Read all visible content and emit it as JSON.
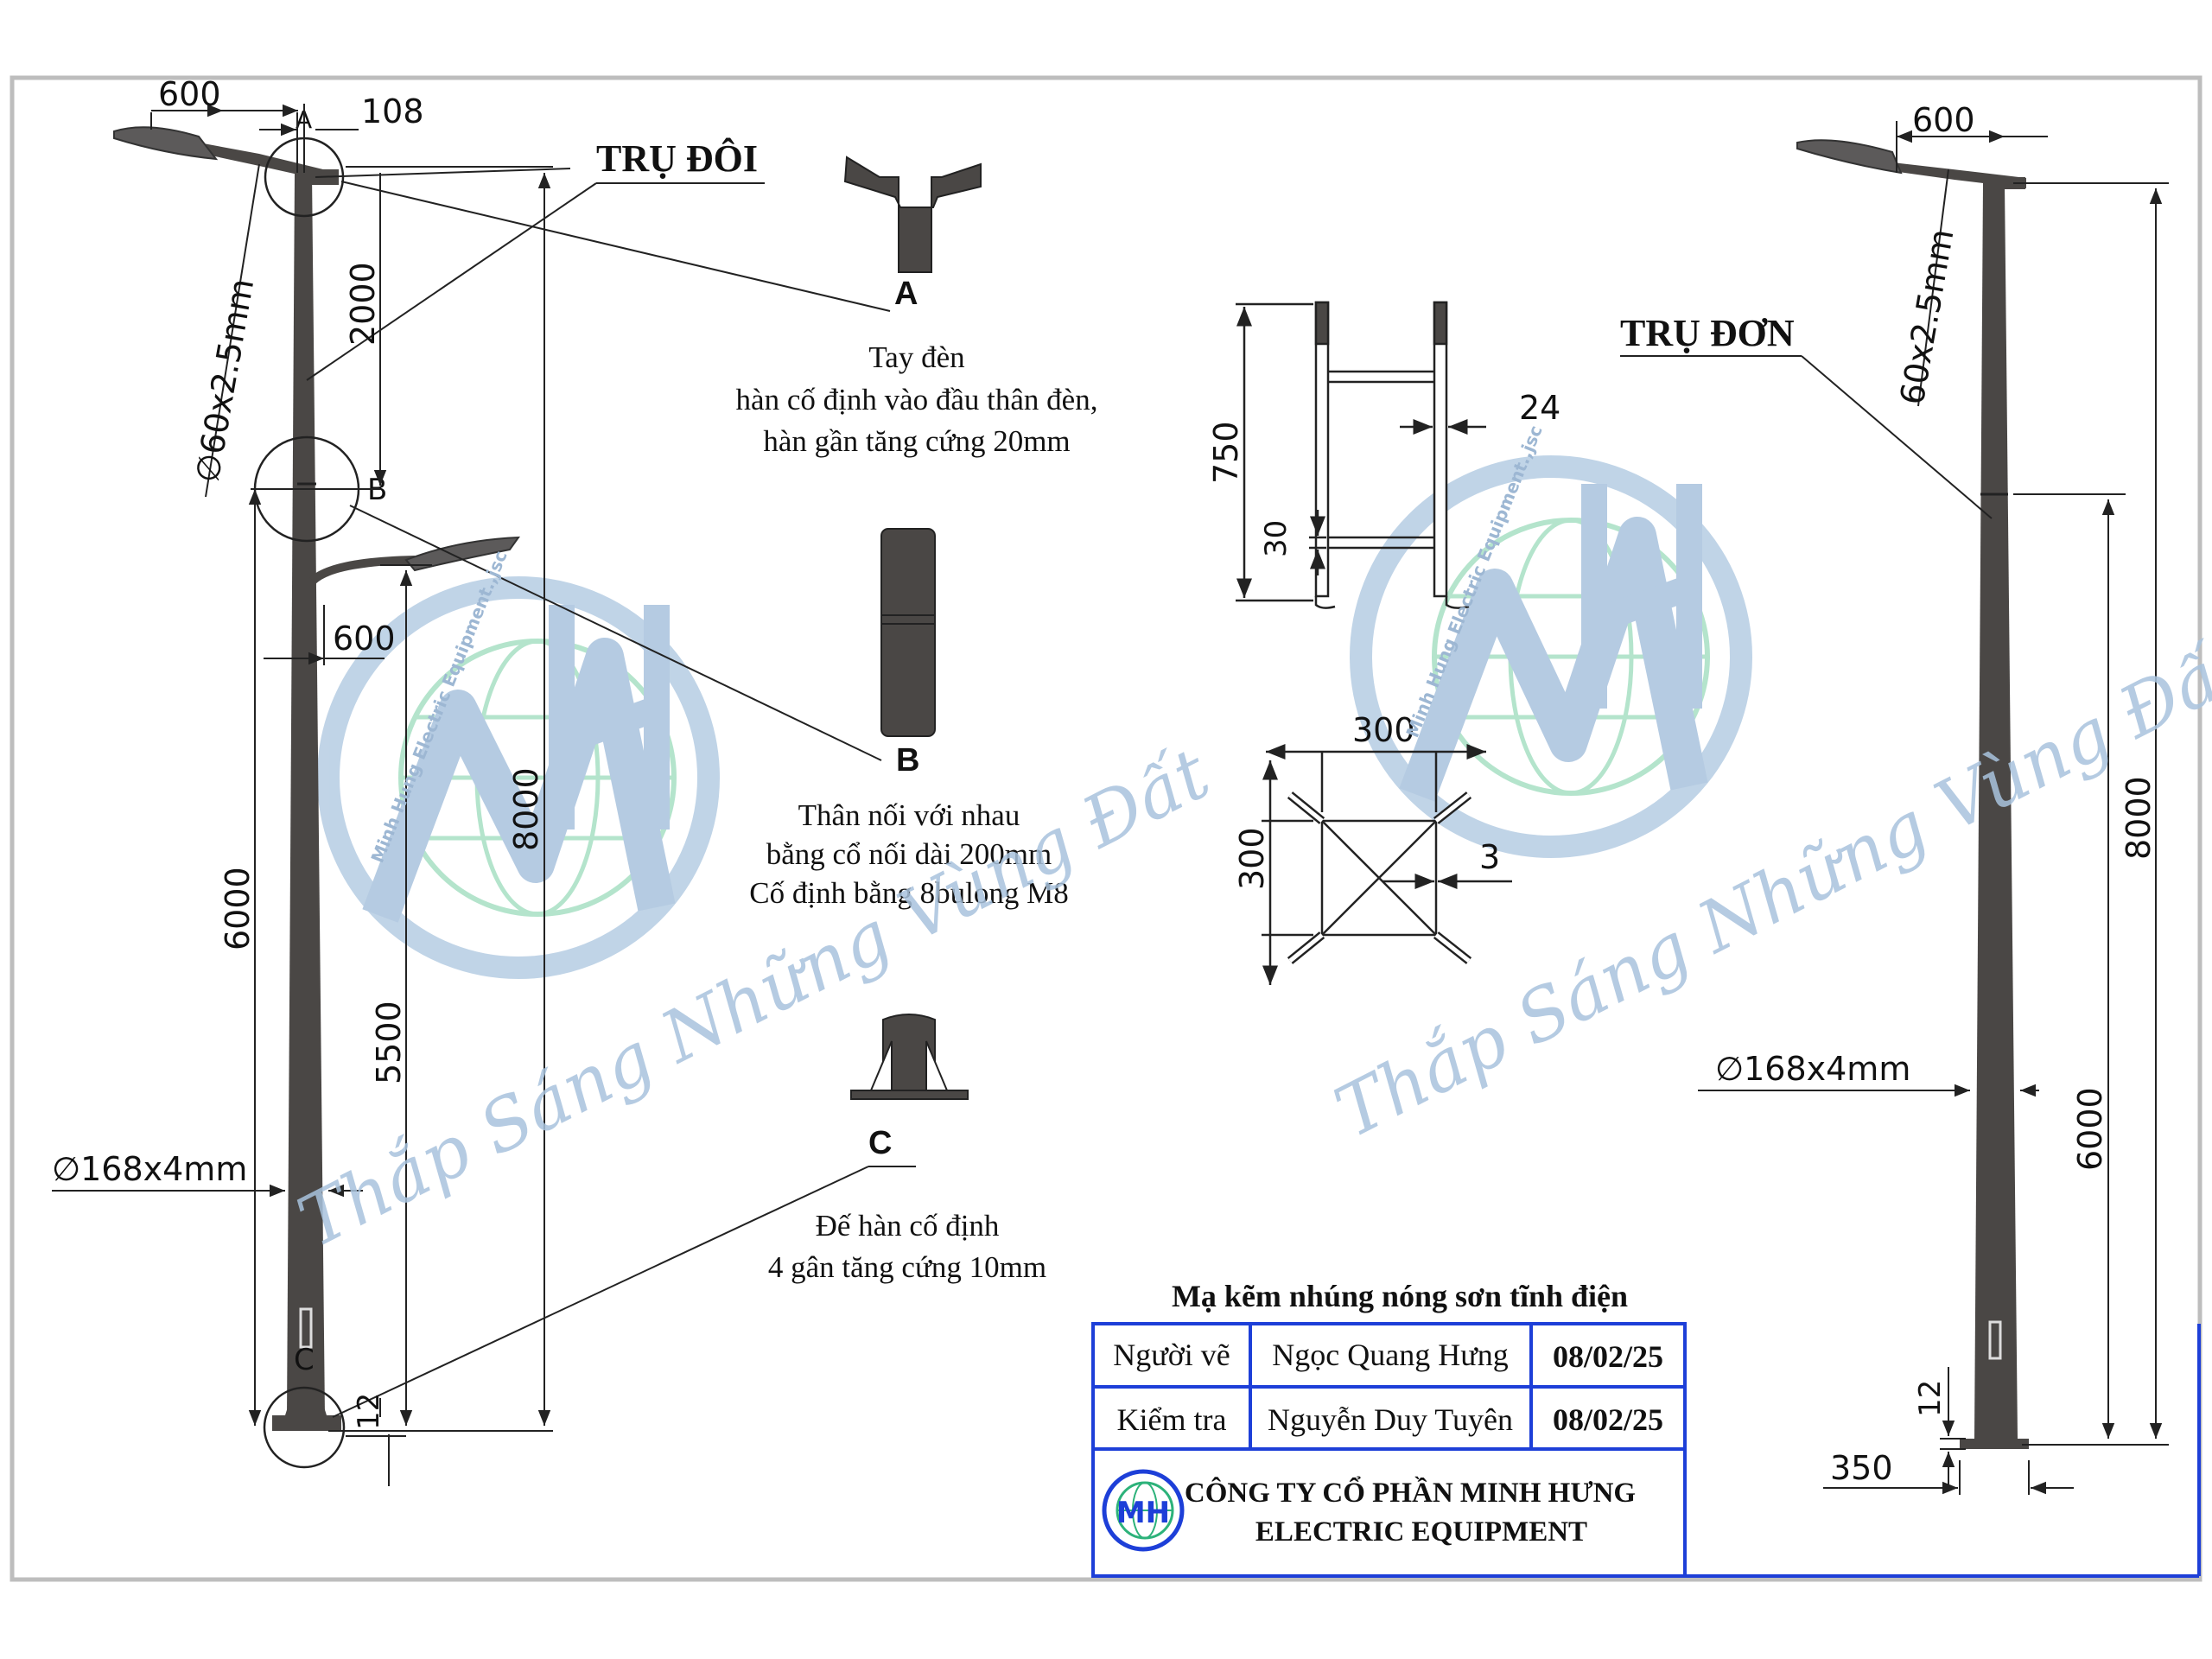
{
  "labels": {
    "double_pole": "TRỤ ĐÔI",
    "single_pole": "TRỤ ĐƠN",
    "detail_a": "A",
    "detail_b": "B",
    "detail_c": "C"
  },
  "notes": {
    "a_line1": "Tay đèn",
    "a_line2": "hàn cố định vào đầu thân đèn,",
    "a_line3": "hàn gần tăng cứng 20mm",
    "b_line1": "Thân nối với nhau",
    "b_line2": "bằng cổ nối dài 200mm",
    "b_line3": "Cố định bằng 8bulong M8",
    "c_line1": "Đế hàn cố định",
    "c_line2": "4 gân tăng cứng 10mm"
  },
  "dimensions": {
    "left_arm": "600",
    "left_offset": "108",
    "left_top_diam": "∅60x2.5mm",
    "left_2000": "2000",
    "left_mid_arm": "600",
    "left_8000": "8000",
    "left_6000": "6000",
    "left_5500": "5500",
    "left_base_diam": "∅168x4mm",
    "left_12": "12",
    "anchor_750": "750",
    "anchor_30": "30",
    "anchor_24": "24",
    "base_300_w": "300",
    "base_300_h": "300",
    "base_3": "3",
    "right_arm": "600",
    "right_top_diam": "60x2.5mm",
    "right_8000": "8000",
    "right_6000": "6000",
    "right_base_diam": "∅168x4mm",
    "right_12": "12",
    "right_350": "350"
  },
  "title_block": {
    "heading": "Mạ kẽm nhúng nóng sơn tĩnh điện",
    "drawn_label": "Người vẽ",
    "drawn_name": "Ngọc Quang Hưng",
    "drawn_date": "08/02/25",
    "check_label": "Kiểm tra",
    "check_name": "Nguyễn Duy Tuyên",
    "check_date": "08/02/25",
    "company_line1": "CÔNG TY CỔ PHẦN MINH HƯNG",
    "company_line2": "ELECTRIC EQUIPMENT"
  },
  "watermark": {
    "slogan": "Thắp Sáng Những Vùng Đất",
    "arc_text": "Minh Hung Electric Equipment.,jsc",
    "logo": "MH"
  },
  "colors": {
    "pole": "#4a4745",
    "line": "#222222",
    "title_border": "#1d3fd8",
    "watermark_blue": "#a9c3dd",
    "watermark_green": "#a8e0c4"
  }
}
